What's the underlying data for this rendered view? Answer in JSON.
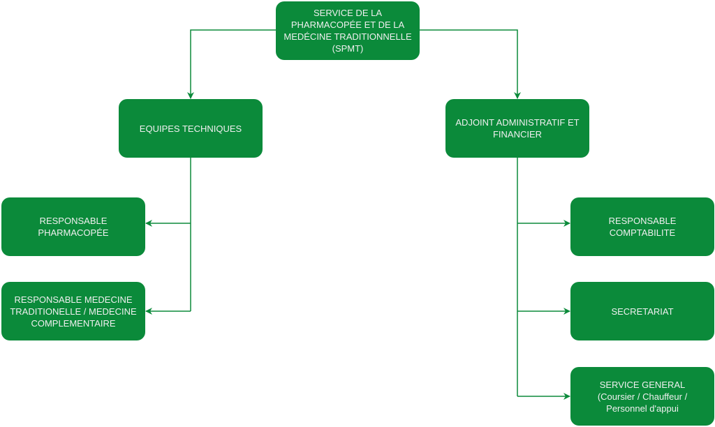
{
  "colors": {
    "box": "#0b8a3a",
    "line": "#0b8a3a",
    "text": "#f0f0f0"
  },
  "nodes": {
    "root": "SERVICE DE LA PHARMACOPÉE ET DE LA MEDÉCINE TRADITIONNELLE (SPMT)",
    "equipes": "EQUIPES TECHNIQUES",
    "adjoint": "ADJOINT ADMINISTRATIF ET FINANCIER",
    "pharmacopee": "RESPONSABLE PHARMACOPÉE",
    "medecine": "RESPONSABLE MEDECINE TRADITIONELLE / MEDECINE COMPLEMENTAIRE",
    "comptabilite": "RESPONSABLE COMPTABILITE",
    "secretariat": "SECRETARIAT",
    "service_general": "SERVICE GENERAL (Coursier / Chauffeur / Personnel d'appui"
  }
}
